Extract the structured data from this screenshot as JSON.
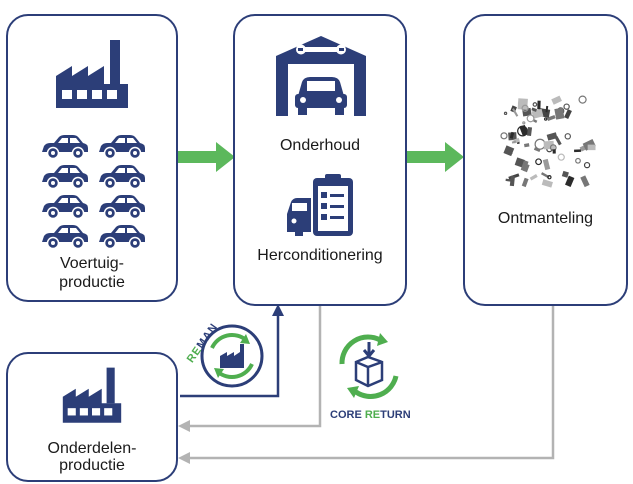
{
  "boxes": {
    "vehicle_production": {
      "line1": "Voertuig-",
      "line2": "productie"
    },
    "maintenance": {
      "label": "Onderhoud",
      "recondition_label": "Herconditionering"
    },
    "dismantling": {
      "label": "Ontmanteling"
    },
    "parts_production": {
      "line1": "Onderdelen-",
      "line2": "productie"
    }
  },
  "badges": {
    "reman": {
      "prefix": "RE",
      "suffix": "MAN"
    },
    "core_return": {
      "prefix": "CORE ",
      "highlight": "RE",
      "suffix": "TURN"
    }
  },
  "colors": {
    "box_border": "#2c3e78",
    "icon_navy": "#2c3e78",
    "green_arrow": "#5cb85c",
    "gray_arrow": "#b3b3b3",
    "reman_arrow": "#2c3e78",
    "badge_green": "#4fae4f"
  },
  "icons": [
    "factory-icon",
    "car-icon",
    "garage-repair-icon",
    "clipboard-checklist-icon",
    "car-parts-photo",
    "reman-badge-icon",
    "core-return-badge-icon"
  ]
}
